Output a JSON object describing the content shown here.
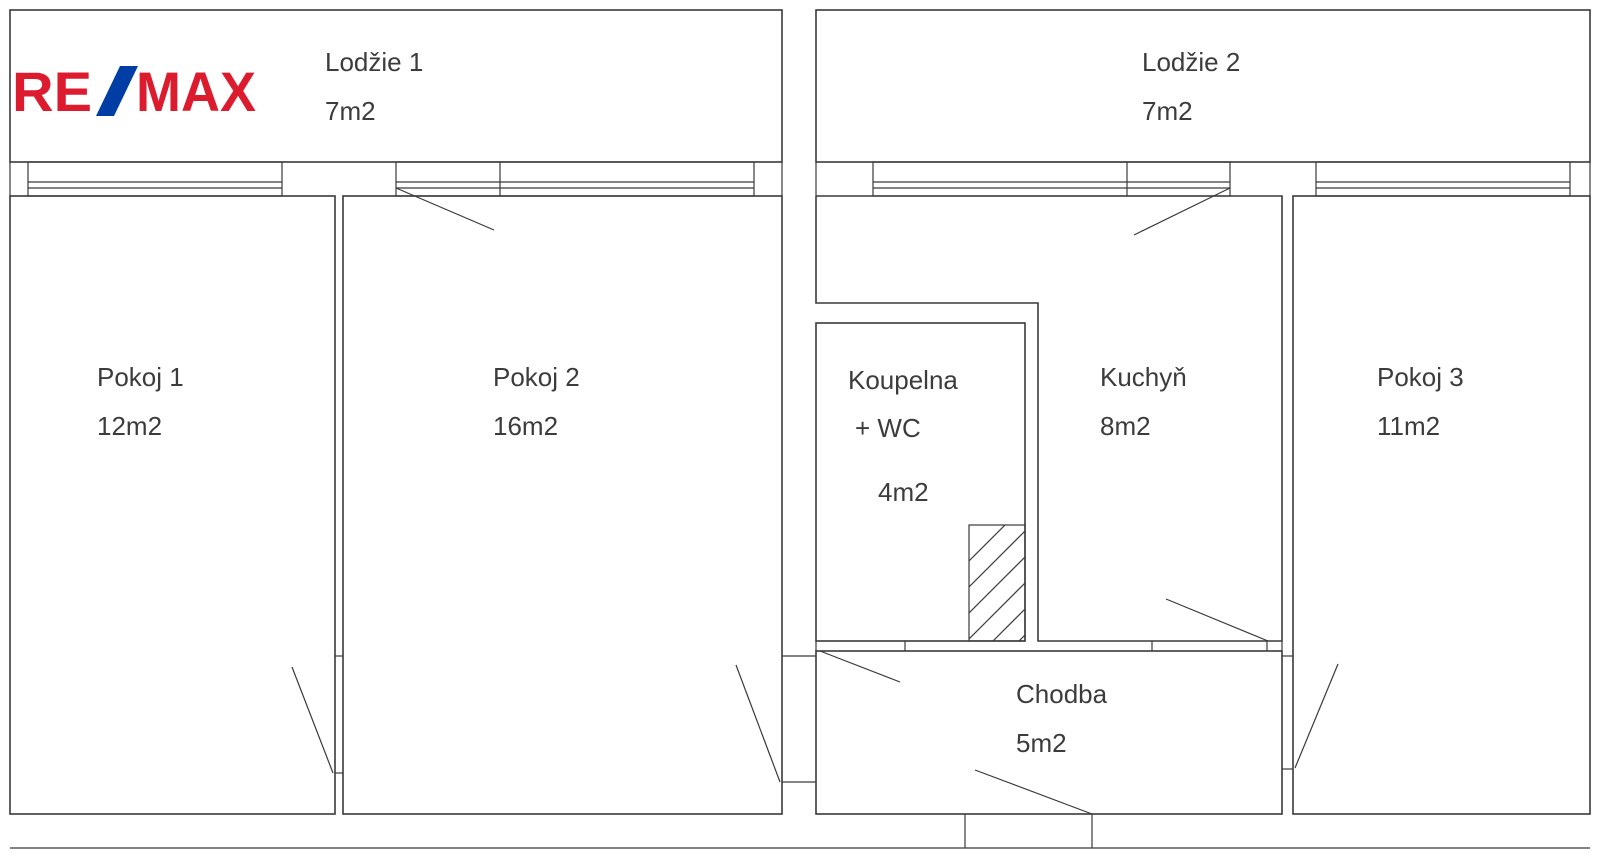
{
  "brand": {
    "logo_text": "RE/MAX",
    "color_red": "#dc1c2e",
    "color_blue": "#003da5"
  },
  "rooms": [
    {
      "id": "lodzie-1",
      "name": "Lodžie 1",
      "area": "7m2"
    },
    {
      "id": "lodzie-2",
      "name": "Lodžie 2",
      "area": "7m2"
    },
    {
      "id": "pokoj-1",
      "name": "Pokoj 1",
      "area": "12m2"
    },
    {
      "id": "pokoj-2",
      "name": "Pokoj 2",
      "area": "16m2"
    },
    {
      "id": "koupelna",
      "name": "Koupelna",
      "name_line2": "+ WC",
      "area": "4m2"
    },
    {
      "id": "kuchyn",
      "name": "Kuchyň",
      "area": "8m2"
    },
    {
      "id": "pokoj-3",
      "name": "Pokoj 3",
      "area": "11m2"
    },
    {
      "id": "chodba",
      "name": "Chodba",
      "area": "5m2"
    }
  ],
  "colors": {
    "line": "#3a3a3a",
    "text": "#3c3c3c"
  }
}
